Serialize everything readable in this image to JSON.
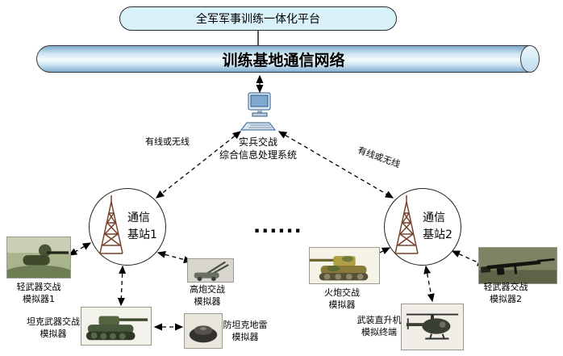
{
  "platform": {
    "title": "全军军事训练一体化平台"
  },
  "backbone": {
    "title": "训练基地通信网络"
  },
  "processing_system": {
    "label": "实兵交战\n综合信息处理系统"
  },
  "links": {
    "left_label": "有线或无线",
    "right_label": "有线或无线"
  },
  "stations": {
    "left": {
      "label": "通信\n基站1"
    },
    "right": {
      "label": "通信\n基站2"
    },
    "ellipsis": "......"
  },
  "terminals": {
    "light_weapon_1": {
      "label": "轻武器交战\n模拟器1"
    },
    "tank_weapon": {
      "label": "坦克武器交战\n模拟器"
    },
    "aa_gun": {
      "label": "高炮交战\n模拟器"
    },
    "antitank_mine": {
      "label": "防坦克地雷\n模拟器"
    },
    "artillery": {
      "label": "火炮交战\n模拟器"
    },
    "helicopter": {
      "label": "武装直升机\n模拟终端"
    },
    "light_weapon_2": {
      "label": "轻武器交战\n模拟器2"
    }
  },
  "colors": {
    "platform_fill": "#d9f1f9",
    "cylinder_blue": "#7aa9c9",
    "tower_brown": "#75412c"
  }
}
